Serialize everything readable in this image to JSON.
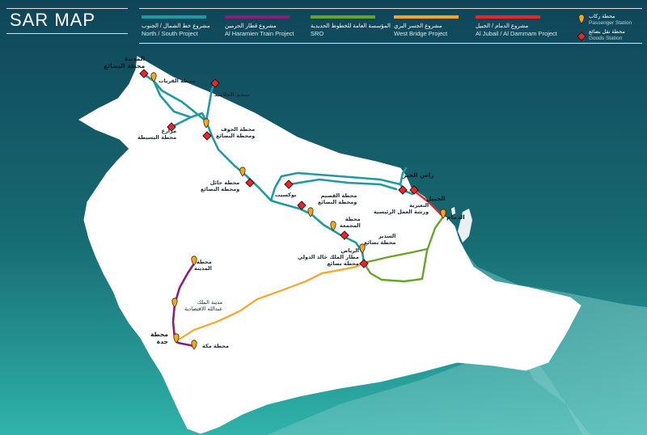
{
  "header": {
    "title": "SAR MAP"
  },
  "legend": [
    {
      "ar": "مشروع خط الشمال / الجنوب",
      "en": "North / South Project",
      "color": "#1e9aa0"
    },
    {
      "ar": "مشروع قطار الحرمين",
      "en": "Al Haramien Train Project",
      "color": "#8a1f7a"
    },
    {
      "ar": "المؤسسة العامة للخطوط الحديدية",
      "en": "SRO",
      "color": "#6aa329"
    },
    {
      "ar": "مشروع الجسر البري",
      "en": "West Bridge Project",
      "color": "#f5a623"
    },
    {
      "ar": "مشروع الدمام / الجبيل",
      "en": "Al Jubail / Al Dammam Project",
      "color": "#e8262b"
    }
  ],
  "station_key": {
    "passenger": {
      "ar": "محطة ركاب",
      "en": "Passenger Station",
      "color": "#f5a623"
    },
    "goods": {
      "ar": "محطة نقل بضائع",
      "en": "Goods Station",
      "color": "#e8262b"
    }
  },
  "labels": {
    "madinah_goods": "المدينة\nمحطة البضائع",
    "qurayyat": "محطة القريات",
    "jalamid": "منجم الجلاميد",
    "jouf": "محطة الجوف\nومحطة البضائع",
    "mazari": "مزارع\nمحطة البسيطة",
    "hail": "محطة حائل\nومحطة البضائع",
    "buqaya": "بوكسيت",
    "ras_alkhair": "راس الخير",
    "jubail": "الجبيل",
    "nairyah": "النعيرية\nورشة العمل الرئيسية",
    "dammam": "الدمام",
    "qassim": "محطة القصيم\nومحطة البضائع",
    "majmaah": "محطة\nالمجمعة",
    "sudair": "السدير\nمحطة بضائع",
    "riyadh": "الرياض\nمطار الملك خالد الدولي\nمحطة بضائع",
    "madinah": "محطة\nالمدينة",
    "kaec": "مدينة الملك\nعبدالله الاقتصادية",
    "jeddah": "محطة\nجدة",
    "makkah": "محطة مكة"
  }
}
